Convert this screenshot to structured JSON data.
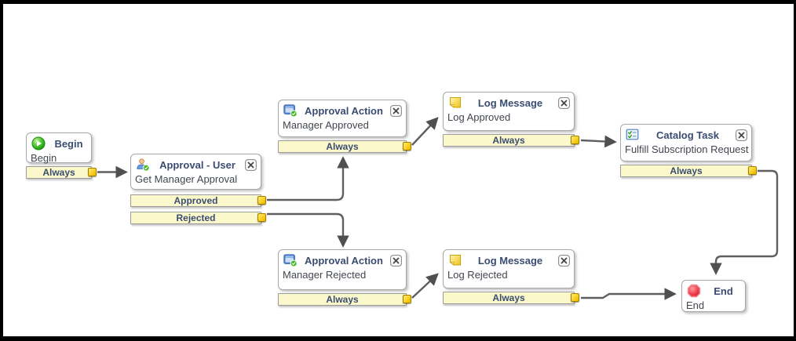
{
  "diagram": {
    "nodes": [
      {
        "key": "begin",
        "title": "Begin",
        "description": "Begin",
        "icon": "begin-icon",
        "closable": false,
        "transitions": [
          {
            "label": "Always"
          }
        ]
      },
      {
        "key": "approval-user",
        "title": "Approval - User",
        "description": "Get Manager Approval",
        "icon": "approval-user-icon",
        "closable": true,
        "transitions": [
          {
            "label": "Approved"
          },
          {
            "label": "Rejected"
          }
        ]
      },
      {
        "key": "approval-action-approved",
        "title": "Approval Action",
        "description": "Manager Approved",
        "icon": "approval-action-icon",
        "closable": true,
        "transitions": [
          {
            "label": "Always"
          }
        ]
      },
      {
        "key": "log-message-approved",
        "title": "Log Message",
        "description": "Log Approved",
        "icon": "log-message-icon",
        "closable": true,
        "transitions": [
          {
            "label": "Always"
          }
        ]
      },
      {
        "key": "catalog-task",
        "title": "Catalog Task",
        "description": "Fulfill Subscription Request",
        "icon": "catalog-task-icon",
        "closable": true,
        "transitions": [
          {
            "label": "Always"
          }
        ]
      },
      {
        "key": "approval-action-rejected",
        "title": "Approval Action",
        "description": "Manager Rejected",
        "icon": "approval-action-icon",
        "closable": true,
        "transitions": [
          {
            "label": "Always"
          }
        ]
      },
      {
        "key": "log-message-rejected",
        "title": "Log Message",
        "description": "Log Rejected",
        "icon": "log-message-icon",
        "closable": true,
        "transitions": [
          {
            "label": "Always"
          }
        ]
      },
      {
        "key": "end",
        "title": "End",
        "description": "End",
        "icon": "end-icon",
        "closable": false,
        "transitions": []
      }
    ],
    "connections": [
      {
        "from": "begin",
        "transition": "Always",
        "to": "approval-user"
      },
      {
        "from": "approval-user",
        "transition": "Approved",
        "to": "approval-action-approved"
      },
      {
        "from": "approval-user",
        "transition": "Rejected",
        "to": "approval-action-rejected"
      },
      {
        "from": "approval-action-approved",
        "transition": "Always",
        "to": "log-message-approved"
      },
      {
        "from": "log-message-approved",
        "transition": "Always",
        "to": "catalog-task"
      },
      {
        "from": "catalog-task",
        "transition": "Always",
        "to": "end"
      },
      {
        "from": "approval-action-rejected",
        "transition": "Always",
        "to": "log-message-rejected"
      },
      {
        "from": "log-message-rejected",
        "transition": "Always",
        "to": "end"
      }
    ],
    "icons": {
      "begin-icon": "green-play-circle",
      "approval-user-icon": "user-with-green-check",
      "approval-action-icon": "blue-window-with-green-check",
      "log-message-icon": "yellow-sticky-note",
      "catalog-task-icon": "blue-checklist",
      "end-icon": "red-stop-octagon",
      "close-icon": "boxed-x"
    },
    "colors": {
      "transition_bar_bg": "#fbf9cc",
      "connector_yellow": "#f2bd00",
      "title_text": "#3a4c71",
      "description_text": "#41464f",
      "line_gray": "#5f5f5f",
      "begin_green": "#2eaa18",
      "end_red": "#e8414f",
      "note_yellow": "#f5c71a",
      "window_blue": "#5588d8",
      "frame_black": "#000000",
      "canvas_white": "#ffffff"
    }
  }
}
